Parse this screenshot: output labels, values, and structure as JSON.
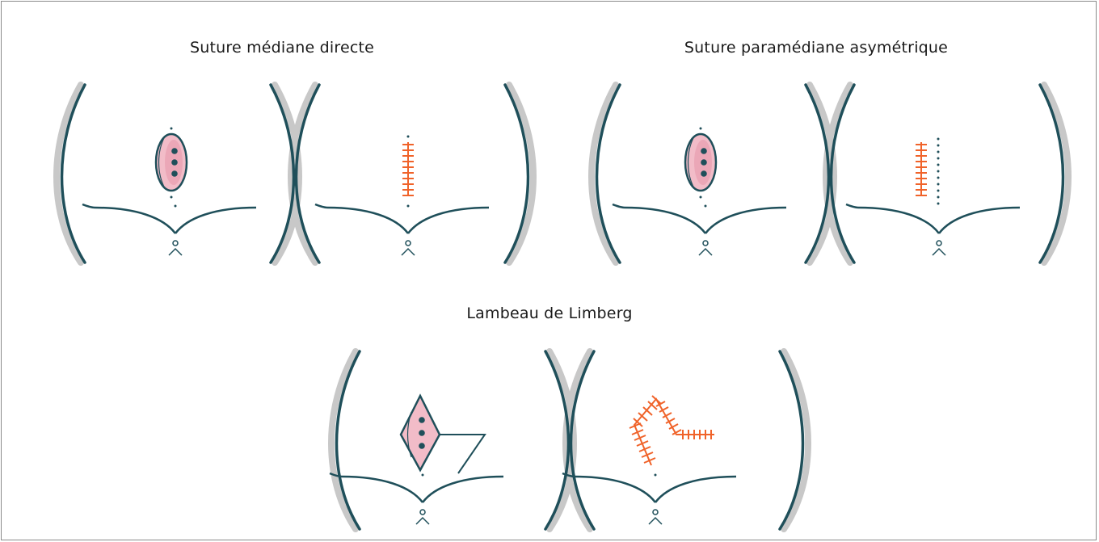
{
  "titles": {
    "direct": "Suture médiane directe",
    "asym": "Suture paramédiane asymétrique",
    "limberg": "Lambeau de Limberg"
  },
  "colors": {
    "outline": "#1f4f5a",
    "shadow": "#c8c8c8",
    "wound_fill": "#f2bcc8",
    "wound_inner": "#e69aac",
    "suture": "#f0632a",
    "frame": "#8a8a8a"
  },
  "panels": [
    {
      "group": "direct",
      "stage": "pre-op",
      "procedure": "ellipse-excision"
    },
    {
      "group": "direct",
      "stage": "post-op",
      "procedure": "midline-suture"
    },
    {
      "group": "asym",
      "stage": "pre-op",
      "procedure": "ellipse-excision"
    },
    {
      "group": "asym",
      "stage": "post-op",
      "procedure": "paramedian-suture"
    },
    {
      "group": "limberg",
      "stage": "pre-op",
      "procedure": "rhomboid-excision"
    },
    {
      "group": "limberg",
      "stage": "post-op",
      "procedure": "limberg-flap-suture"
    }
  ]
}
